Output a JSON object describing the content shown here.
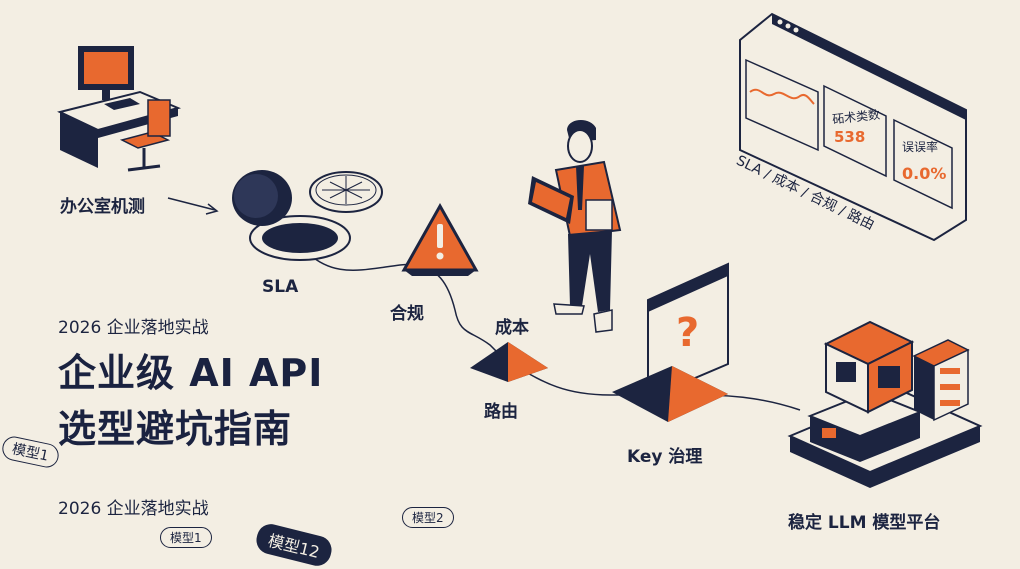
{
  "labels": {
    "office": "办公室机测",
    "sla": "SLA",
    "compliance": "合规",
    "cost": "成本",
    "routing": "路由",
    "key_governance": "Key 治理",
    "platform": "稳定 LLM 模型平台",
    "dashboard_caption": "SLA / 成本 / 合规 / 路由"
  },
  "dashboard": {
    "metric1_label": "砳术类数",
    "metric1_value": "538",
    "metric2_label": "误误率",
    "metric2_value": "0.0%"
  },
  "title": {
    "subtitle_top": "2026 企业落地实战",
    "line1": "企业级 AI API",
    "line2": "选型避坑指南",
    "subtitle_bottom": "2026 企业落地实战"
  },
  "tags": {
    "tag1": "模型1",
    "tag2": "模型1",
    "tag3": "模型2",
    "tag4": "模型12"
  },
  "colors": {
    "background": "#f3eee3",
    "navy": "#1c2440",
    "orange": "#e8692f"
  }
}
